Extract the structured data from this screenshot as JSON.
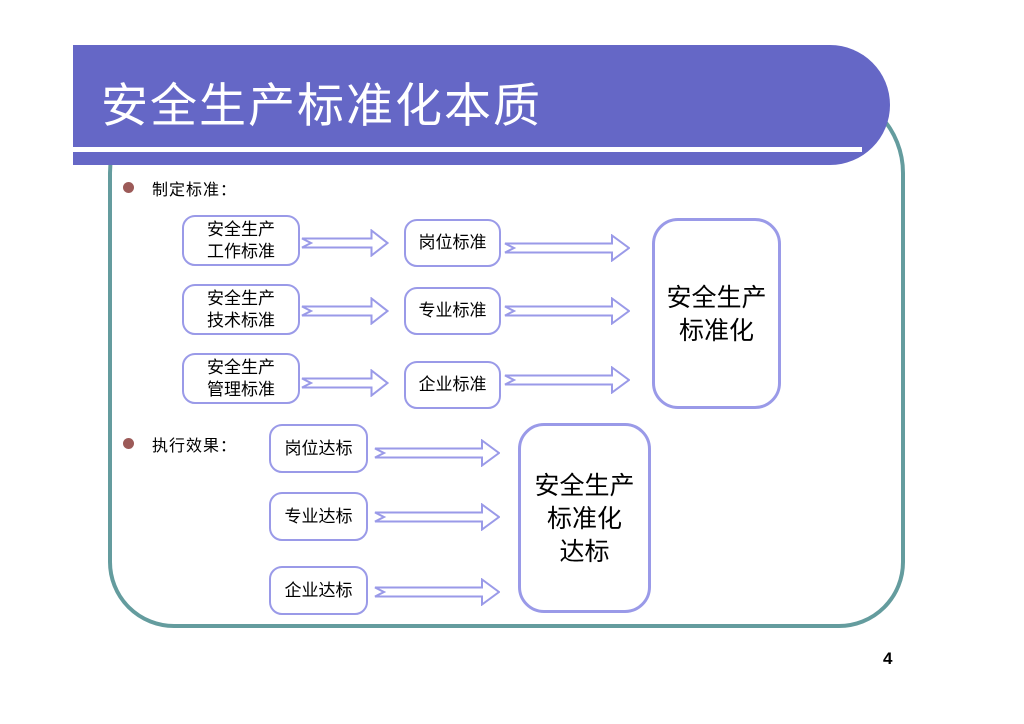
{
  "slide": {
    "title": "安全生产标准化本质",
    "page_number": "4"
  },
  "section1": {
    "label": "制定标准：",
    "source_boxes": [
      [
        "安全生产",
        "工作标准"
      ],
      [
        "安全生产",
        "技术标准"
      ],
      [
        "安全生产",
        "管理标准"
      ]
    ],
    "mid_boxes": [
      "岗位标准",
      "专业标准",
      "企业标准"
    ],
    "result_box": [
      "安全生产",
      "标准化"
    ]
  },
  "section2": {
    "label": "执行效果：",
    "item_boxes": [
      "岗位达标",
      "专业达标",
      "企业达标"
    ],
    "result_box": [
      "安全生产",
      "标准化",
      "达标"
    ]
  },
  "colors": {
    "banner_fill": "#6567C6",
    "frame_border": "#649C9E",
    "shape_border": "#9A9AE8",
    "bullet_dot": "#9C5A58",
    "title_text": "#FFFFFF",
    "body_text": "#000000"
  },
  "icons": {
    "flow_arrow": "notched-right-block-arrow"
  }
}
